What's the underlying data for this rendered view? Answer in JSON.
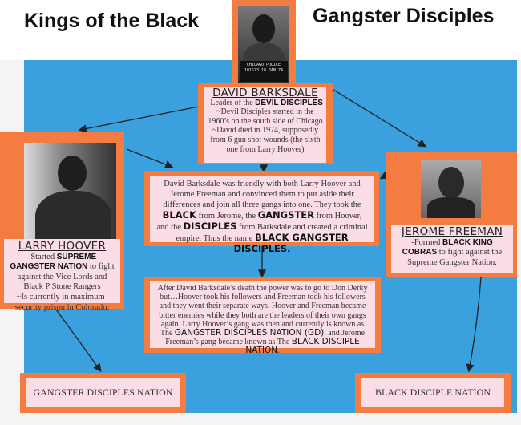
{
  "title_left": "Kings of the Black",
  "title_right": "Gangster Disciples",
  "barksdale": {
    "photo_caption": "CHICAGO POLICE 101573 18 JAN 74",
    "name": "DAVID BARKSDALE",
    "l1a": "-Leader of the ",
    "l1b": "DEVIL DISCIPLES",
    "l2": "~Devil Disciples started in the 1960’s on the south side of Chicago",
    "l3": "~David died in 1974, supposedly from 6 gun shot wounds (the sixth one from Larry Hoover)"
  },
  "hoover": {
    "name": "LARRY HOOVER",
    "a": "-Started ",
    "b": "SUPREME GANGSTER NATION",
    "c": " to fight against the Vice Lords and Black P Stone Rangers",
    "d": "~Is currently in maximum-security prison in Colorado."
  },
  "freeman": {
    "name": "JEROME FREEMAN",
    "a": "-Formed ",
    "b": "BLACK KING COBRAS",
    "c": " to fight against the Supreme Gangster Nation."
  },
  "center": {
    "t1": "David Barksdale was friendly with both Larry Hoover and Jerome Freeman and convinced them to put aside their differences and join all three gangs into one.  They took the ",
    "b1": "BLACK",
    "t2": " from Jerome, the ",
    "b2": "GANGSTER",
    "t3": " from Hoover, and the ",
    "b3": "DISCIPLES",
    "t4": " from Barksdale and created a criminal empire.  Thus the name ",
    "b4": "BLACK GANGSTER DISCIPLES."
  },
  "after": {
    "t1": "After David Barksdale’s death the power was to go to Don Derky but…Hoover took his followers and Freeman took his followers and they went their separate ways.  Hoover and Freeman became bitter enemies while they both are the leaders of their own gangs again.  Larry Hoover’s gang was then and currently is known as The ",
    "b1": "GANGSTER DISCIPLES NATION (GD)",
    "t2": ", and Jerome Freeman’s gang became known as The ",
    "b2": "BLACK DISCIPLE NATION",
    "t3": "."
  },
  "gdn": "GANGSTER DISCIPLES NATION",
  "bdn": "BLACK DISCIPLE NATION"
}
